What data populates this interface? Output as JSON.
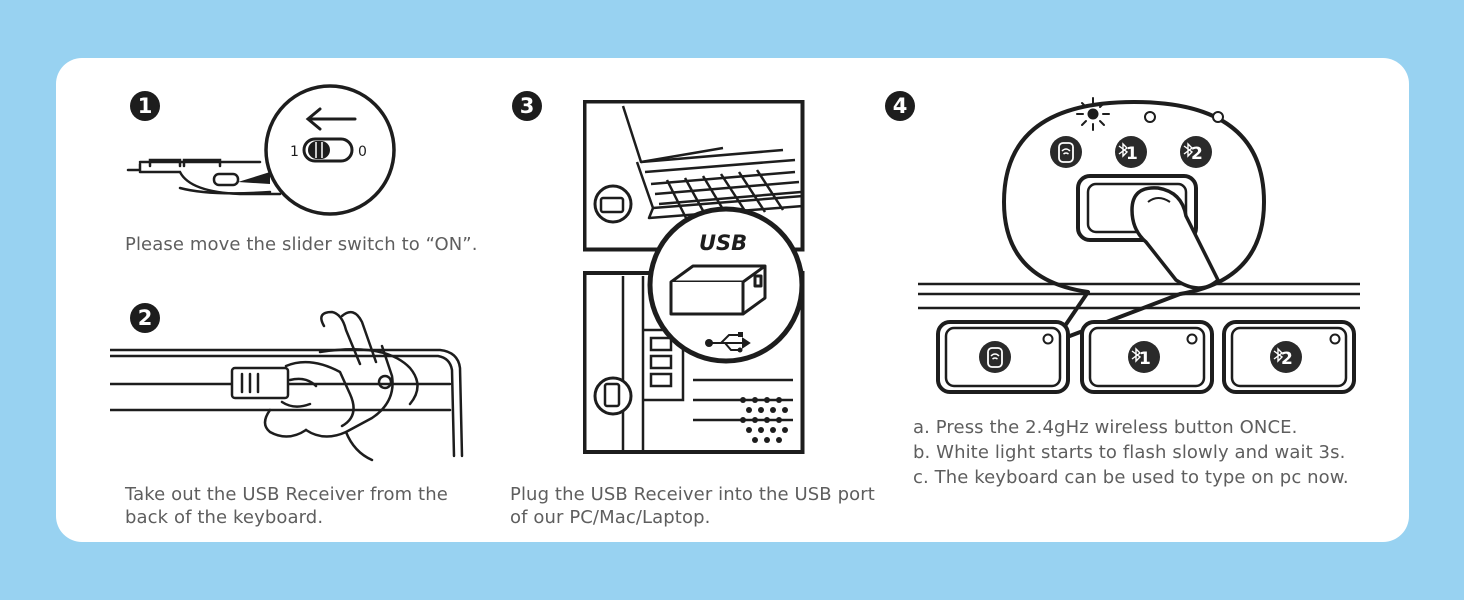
{
  "steps": {
    "s1": {
      "number": "1",
      "caption": "Please move the slider switch to “ON”.",
      "switch_left": "1",
      "switch_right": "0"
    },
    "s2": {
      "number": "2",
      "caption_line1": "Take out the USB Receiver from the",
      "caption_line2": "back of the keyboard."
    },
    "s3": {
      "number": "3",
      "usb_label": "USB",
      "caption_line1": "Plug the USB Receiver into the USB port",
      "caption_line2": "of our PC/Mac/Laptop."
    },
    "s4": {
      "number": "4",
      "key_bt1": "1",
      "key_bt2": "2",
      "line_a": "a. Press the 2.4gHz wireless button ONCE.",
      "line_b": "b. White light starts to flash slowly and wait 3s.",
      "line_c": "c. The keyboard can be used to type on pc now."
    }
  },
  "colors": {
    "background": "#98d2f1",
    "card": "#ffffff",
    "ink": "#1d1d1d",
    "caption": "#5e5e5e"
  }
}
